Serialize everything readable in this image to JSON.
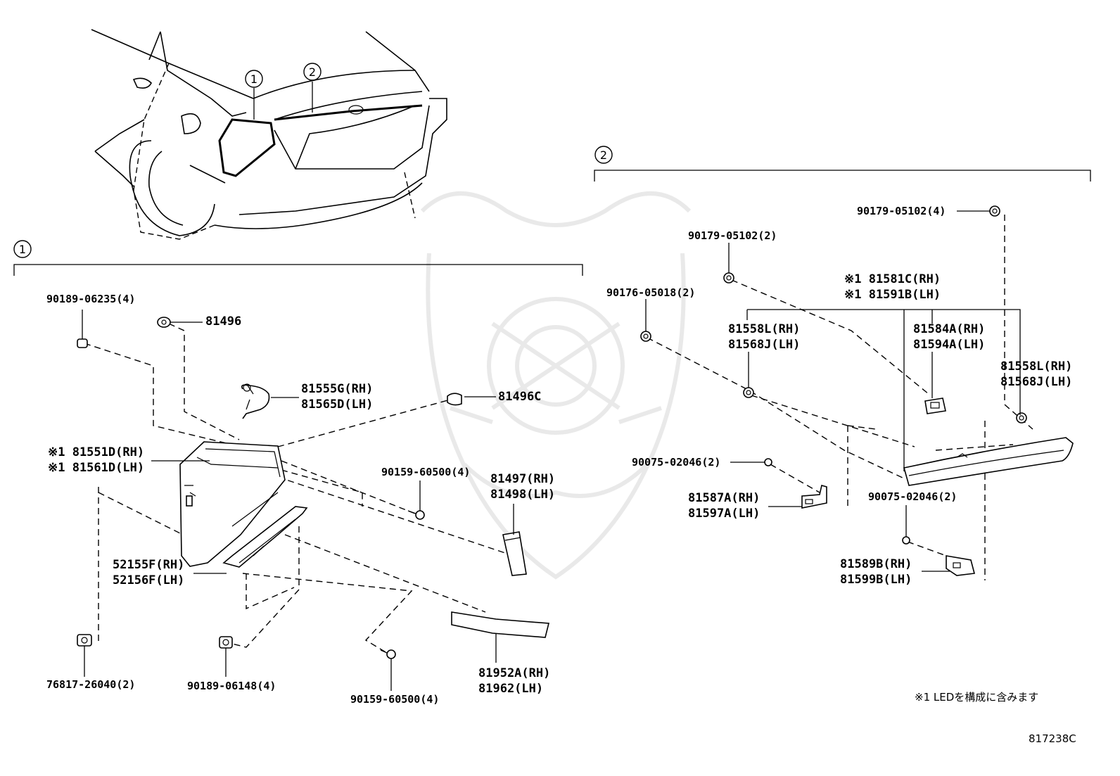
{
  "diagram_code": "817238C",
  "footnote": "※1 LEDを構成に含みます",
  "sections": [
    {
      "number": "1"
    },
    {
      "number": "2"
    }
  ],
  "car_callouts": [
    "1",
    "2"
  ],
  "section1_labels": {
    "p90189_06235": "90189-06235(4)",
    "p81496": "81496",
    "p81555_rh": "81555G(RH)",
    "p81565_lh": "81565D(LH)",
    "p81496c": "81496C",
    "p81551_rh": "※1 81551D(RH)",
    "p81561_lh": "※1 81561D(LH)",
    "p90159_top": "90159-60500(4)",
    "p81497_rh": "81497(RH)",
    "p81498_lh": "81498(LH)",
    "p52155_rh": "52155F(RH)",
    "p52156_lh": "52156F(LH)",
    "p76817": "76817-26040(2)",
    "p90189_06148": "90189-06148(4)",
    "p90159_bottom": "90159-60500(4)",
    "p81952_rh": "81952A(RH)",
    "p81962_lh": "81962(LH)"
  },
  "section2_labels": {
    "p90179_right": "90179-05102(4)",
    "p90179_left": "90179-05102(2)",
    "p81581_rh": "※1 81581C(RH)",
    "p81591_lh": "※1 81591B(LH)",
    "p90176": "90176-05018(2)",
    "p81558_rh_a": "81558L(RH)",
    "p81568_lh_a": "81568J(LH)",
    "p81584_rh": "81584A(RH)",
    "p81594_lh": "81594A(LH)",
    "p81558_rh_b": "81558L(RH)",
    "p81568_lh_b": "81568J(LH)",
    "p90075_left": "90075-02046(2)",
    "p81587_rh": "81587A(RH)",
    "p81597_lh": "81597A(LH)",
    "p90075_right": "90075-02046(2)",
    "p81589_rh": "81589B(RH)",
    "p81599_lh": "81599B(LH)"
  }
}
